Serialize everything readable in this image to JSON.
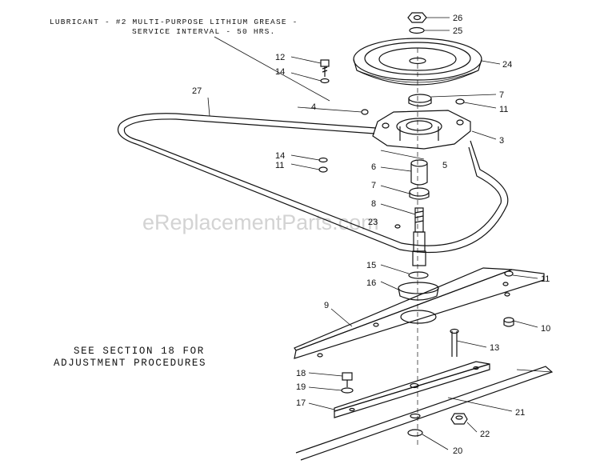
{
  "notes": {
    "lubricant_line1": "LUBRICANT - #2 MULTI-PURPOSE LITHIUM GREASE -",
    "lubricant_line2": "SERVICE INTERVAL - 50 HRS.",
    "adjust_line1": "SEE SECTION 18 FOR",
    "adjust_line2": "ADJUSTMENT PROCEDURES"
  },
  "watermark": "eReplacementParts.com",
  "callouts": {
    "c26": "26",
    "c25": "25",
    "c24": "24",
    "c12": "12",
    "c14a": "14",
    "c7a": "7",
    "c11a": "11",
    "c27": "27",
    "c4": "4",
    "c3": "3",
    "c14b": "14",
    "c11b": "11",
    "c5": "5",
    "c6": "6",
    "c7b": "7",
    "c8": "8",
    "c23": "23",
    "c15": "15",
    "c16": "16",
    "c11c": "11",
    "c9": "9",
    "c10": "10",
    "c13": "13",
    "c18": "18",
    "c19": "19",
    "c17": "17",
    "c21": "21",
    "c22": "22",
    "c20": "20"
  }
}
